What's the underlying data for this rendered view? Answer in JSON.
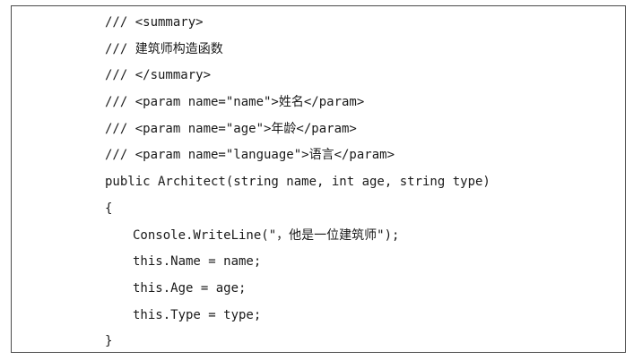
{
  "code": {
    "lines": [
      "/// <summary>",
      "/// 建筑师构造函数",
      "/// </summary>",
      "/// <param name=\"name\">姓名</param>",
      "/// <param name=\"age\">年龄</param>",
      "/// <param name=\"language\">语言</param>",
      "public Architect(string name, int age, string type)",
      "{",
      "Console.WriteLine(\"，他是一位建筑师\");",
      "this.Name = name;",
      "this.Age = age;",
      "this.Type = type;",
      "}"
    ]
  }
}
